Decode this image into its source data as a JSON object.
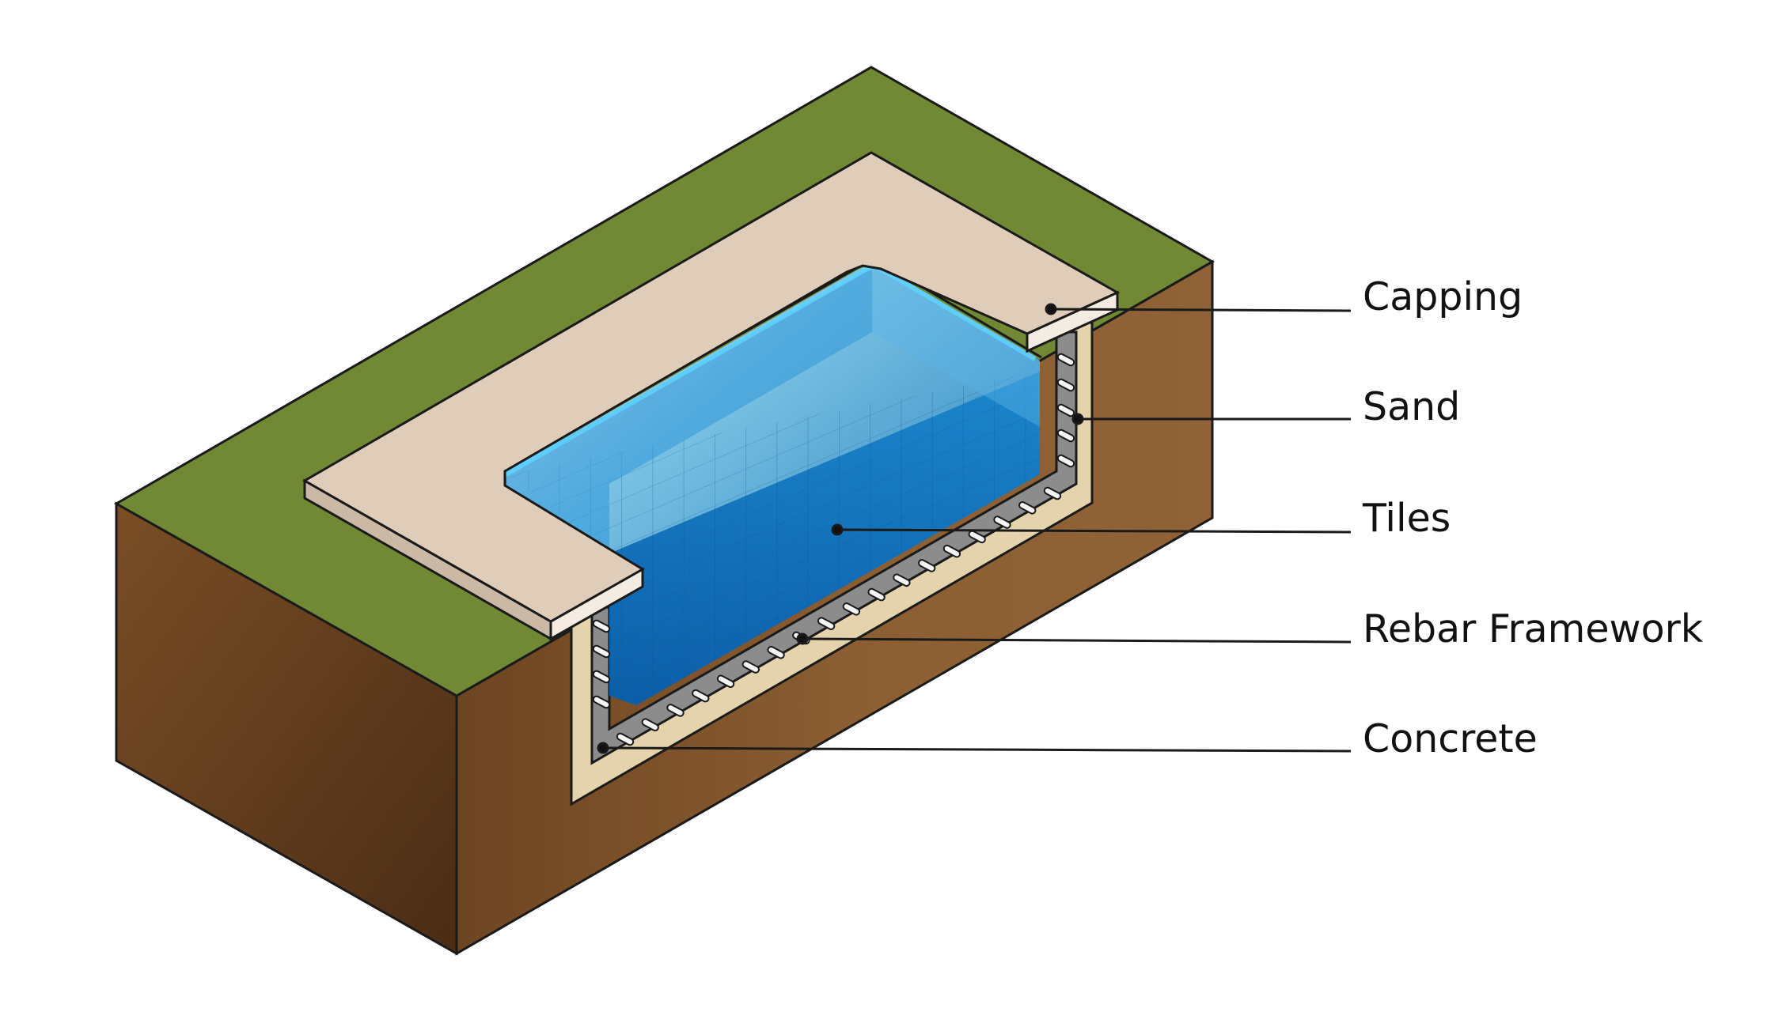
{
  "labels": [
    {
      "id": "capping",
      "text": "Capping"
    },
    {
      "id": "sand",
      "text": "Sand"
    },
    {
      "id": "tiles",
      "text": "Tiles"
    },
    {
      "id": "rebar",
      "text": "Rebar Framework"
    },
    {
      "id": "concrete",
      "text": "Concrete"
    }
  ],
  "colors": {
    "grass": "#718834",
    "soil_light": "#8c5f33",
    "soil_dark": "#5a361a",
    "capping": "#dfcdb9",
    "sand": "#e4d3ad",
    "concrete": "#8c8c8c",
    "water_deep": "#0d67b0",
    "water_light": "#3aa4de",
    "outline": "#1a1a1a"
  },
  "icons": [
    "swimming-pool-cutaway-illustration"
  ]
}
